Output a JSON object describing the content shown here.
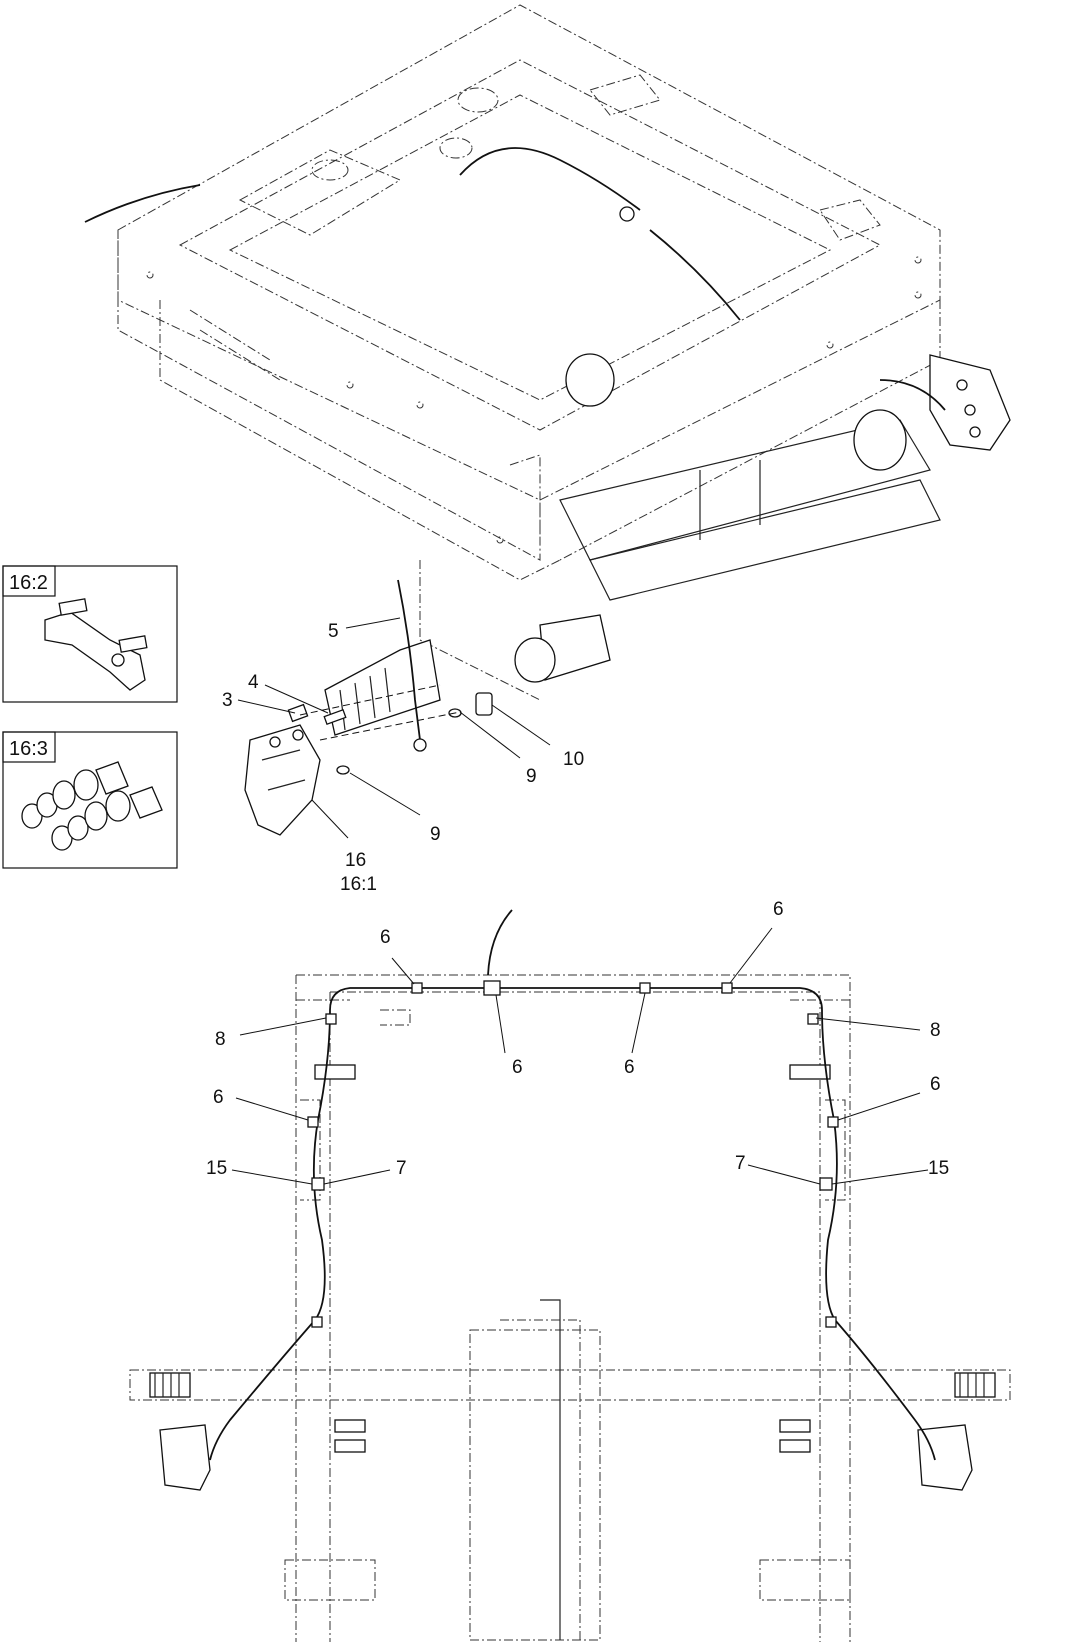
{
  "insets": [
    {
      "id": "16:2",
      "label": "16:2"
    },
    {
      "id": "16:3",
      "label": "16:3"
    }
  ],
  "callouts_top": {
    "c3": "3",
    "c4": "4",
    "c5": "5",
    "c9a": "9",
    "c9b": "9",
    "c10": "10",
    "c16": "16",
    "c16_1": "16:1"
  },
  "callouts_bottom": {
    "c6a": "6",
    "c6b": "6",
    "c6c": "6",
    "c6d": "6",
    "c6e": "6",
    "c6f": "6",
    "c8a": "8",
    "c8b": "8",
    "c15a": "15",
    "c15b": "15",
    "c7a": "7",
    "c7b": "7"
  }
}
